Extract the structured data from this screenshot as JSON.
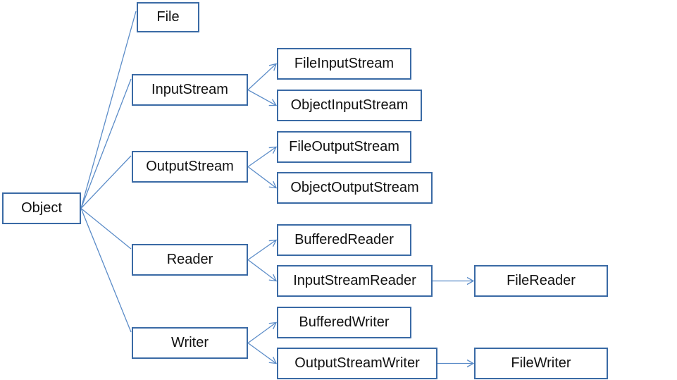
{
  "colors": {
    "box_border": "#3a6aa5",
    "connector": "#5b8cc8",
    "text": "#111111",
    "background": "#ffffff"
  },
  "nodes": {
    "object": "Object",
    "file": "File",
    "input_stream": "InputStream",
    "output_stream": "OutputStream",
    "reader": "Reader",
    "writer": "Writer",
    "file_input_stream": "FileInputStream",
    "object_input_stream": "ObjectInputStream",
    "file_output_stream": "FileOutputStream",
    "object_output_stream": "ObjectOutputStream",
    "buffered_reader": "BufferedReader",
    "input_stream_reader": "InputStreamReader",
    "file_reader": "FileReader",
    "buffered_writer": "BufferedWriter",
    "output_stream_writer": "OutputStreamWriter",
    "file_writer": "FileWriter"
  },
  "edges": [
    {
      "from": "object",
      "to": "file"
    },
    {
      "from": "object",
      "to": "input_stream"
    },
    {
      "from": "object",
      "to": "output_stream"
    },
    {
      "from": "object",
      "to": "reader"
    },
    {
      "from": "object",
      "to": "writer"
    },
    {
      "from": "input_stream",
      "to": "file_input_stream"
    },
    {
      "from": "input_stream",
      "to": "object_input_stream"
    },
    {
      "from": "output_stream",
      "to": "file_output_stream"
    },
    {
      "from": "output_stream",
      "to": "object_output_stream"
    },
    {
      "from": "reader",
      "to": "buffered_reader"
    },
    {
      "from": "reader",
      "to": "input_stream_reader"
    },
    {
      "from": "input_stream_reader",
      "to": "file_reader"
    },
    {
      "from": "writer",
      "to": "buffered_writer"
    },
    {
      "from": "writer",
      "to": "output_stream_writer"
    },
    {
      "from": "output_stream_writer",
      "to": "file_writer"
    }
  ]
}
